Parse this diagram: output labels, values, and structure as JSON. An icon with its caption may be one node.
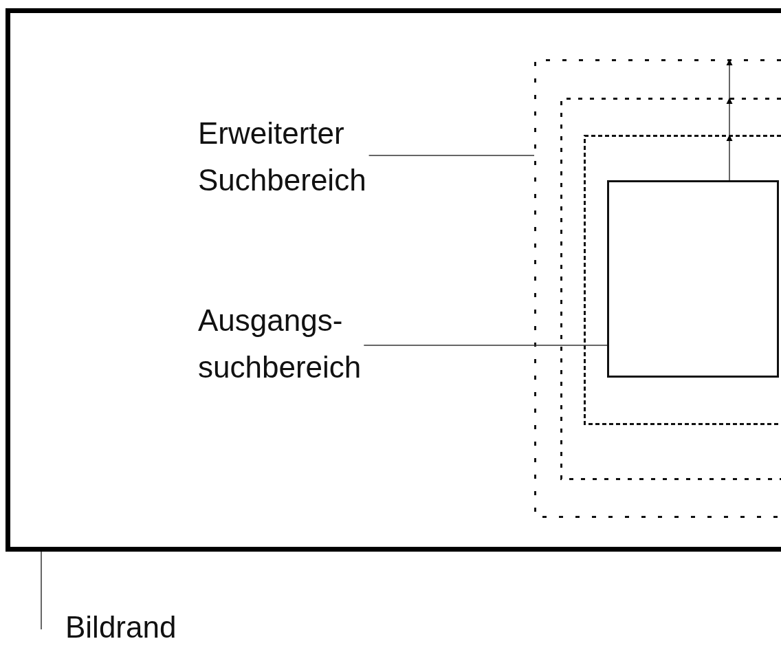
{
  "diagram": {
    "nodes": [
      {
        "text": [],
        "shape": "box"
      },
      {
        "text": [],
        "shape": "box",
        "in": 0
      },
      {
        "text": [],
        "shape": "box",
        "in": 1
      },
      {
        "text": [],
        "shape": "box",
        "in": 2
      },
      {
        "text": [],
        "shape": "box",
        "in": 3
      },
      {
        "text": [
          "Erweiterter Suchbereich"
        ],
        "in": 0
      },
      {
        "text": [
          "Ausgangs- suchbereich"
        ],
        "in": 0
      },
      {
        "text": [
          "Bildrand"
        ]
      }
    ],
    "edges": [
      {
        "from": 5,
        "to": 1,
        "arrow": "none"
      },
      {
        "from": 6,
        "to": 4,
        "arrow": "none"
      },
      {
        "from": 7,
        "to": 0,
        "arrow": "none"
      },
      {
        "from": 4,
        "to": 3,
        "arrow": "to"
      },
      {
        "from": 3,
        "to": 2,
        "arrow": "to"
      },
      {
        "from": 2,
        "to": 1,
        "arrow": "to"
      }
    ]
  }
}
